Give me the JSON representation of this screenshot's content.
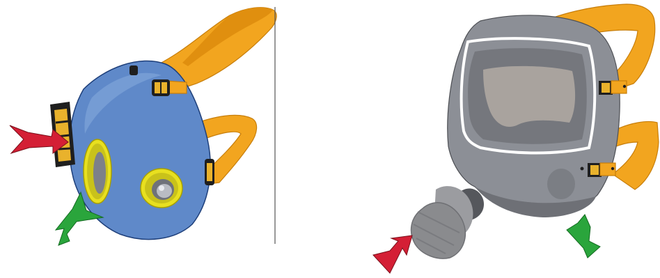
{
  "figures": [
    {
      "id": "half-mask-respirator",
      "mask_color": "#5f89c9",
      "strap_color": "#f2a51f",
      "filter_ring_color": "#e8e01f",
      "arrows": [
        {
          "role": "inhalation",
          "color": "#d41f35"
        },
        {
          "role": "exhalation",
          "color": "#2aa53c"
        }
      ]
    },
    {
      "id": "full-face-mask",
      "mask_color": "#8c8f96",
      "strap_color": "#f2a51f",
      "lens_color": "#a9a39e",
      "canister_color": "#8a8b8e",
      "arrows": [
        {
          "role": "inhalation",
          "color": "#d41f35"
        },
        {
          "role": "exhalation",
          "color": "#2aa53c"
        }
      ]
    }
  ]
}
